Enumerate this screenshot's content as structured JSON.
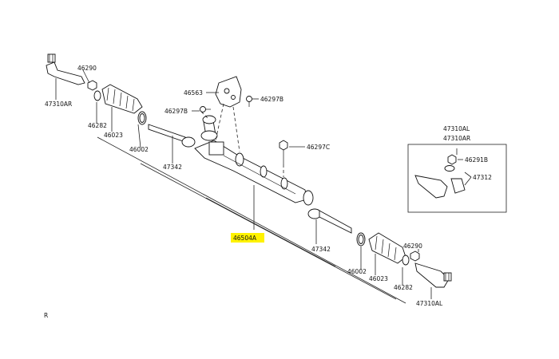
{
  "labels": {
    "p46290_left": "46290",
    "p47310AR": "47310AR",
    "p46282_left": "46282",
    "p46023_left": "46023",
    "p46002_left": "46002",
    "p47342_left": "47342",
    "p46563": "46563",
    "p46297B_left": "46297B",
    "p46297B_right": "46297B",
    "p46297C": "46297C",
    "p46504A": "46504A",
    "p47342_right": "47342",
    "p46002_right": "46002",
    "p46023_right": "46023",
    "p46282_right": "46282",
    "p46290_right": "46290",
    "p47310AL": "47310AL",
    "inset_47310AL_a": "47310AL",
    "inset_47310AL_b": "47310AR",
    "inset_46291B": "46291B",
    "inset_47312": "47312",
    "corner_mark": "R"
  },
  "colors": {
    "highlight": "#fff200",
    "line": "#222222"
  }
}
